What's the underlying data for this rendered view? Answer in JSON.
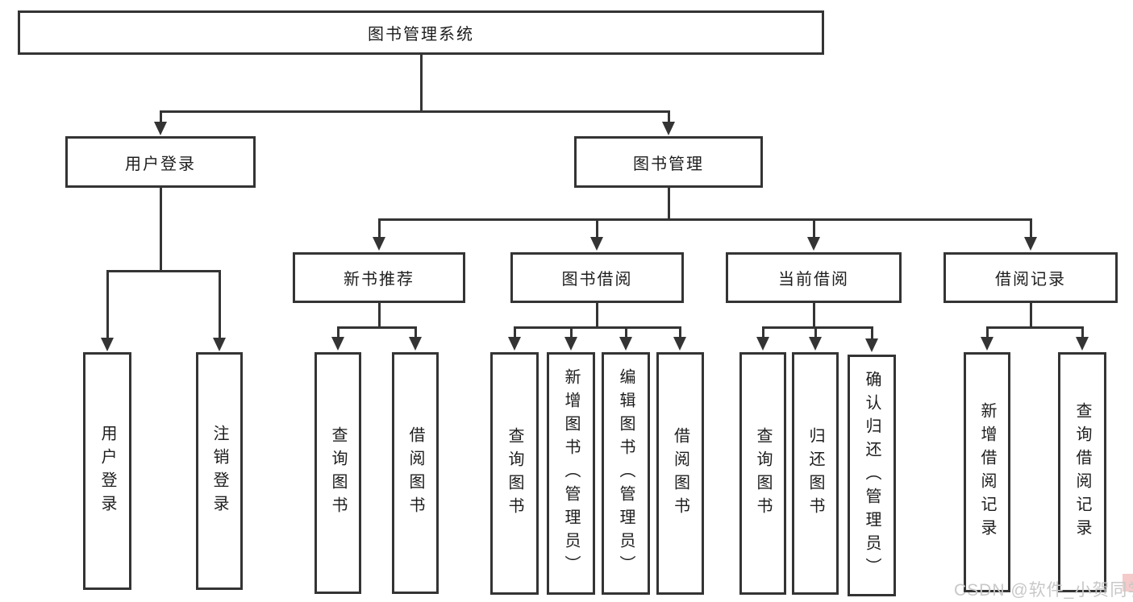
{
  "diagram": {
    "root": {
      "label": "图书管理系统"
    },
    "branches": [
      {
        "label": "用户登录",
        "children": [
          {
            "label": "用户登录"
          },
          {
            "label": "注销登录"
          }
        ]
      },
      {
        "label": "图书管理",
        "children": [
          {
            "label": "新书推荐",
            "children": [
              {
                "label": "查询图书"
              },
              {
                "label": "借阅图书"
              }
            ]
          },
          {
            "label": "图书借阅",
            "children": [
              {
                "label": "查询图书"
              },
              {
                "label": "新增图书（管理员）"
              },
              {
                "label": "编辑图书（管理员）"
              },
              {
                "label": "借阅图书"
              }
            ]
          },
          {
            "label": "当前借阅",
            "children": [
              {
                "label": "查询图书"
              },
              {
                "label": "归还图书"
              },
              {
                "label": "确认归还（管理员）"
              }
            ]
          },
          {
            "label": "借阅记录",
            "children": [
              {
                "label": "新增借阅记录"
              },
              {
                "label": "查询借阅记录"
              }
            ]
          }
        ]
      }
    ]
  },
  "watermark": {
    "text": "CSDN @软件_小贺同学"
  },
  "colors": {
    "line": "#343434",
    "box_border": "#343434",
    "box_fill": "#ffffff",
    "text": "#1d1d1d",
    "watermark_text": "#c8c8c8",
    "watermark_accent": "#f5caca"
  }
}
